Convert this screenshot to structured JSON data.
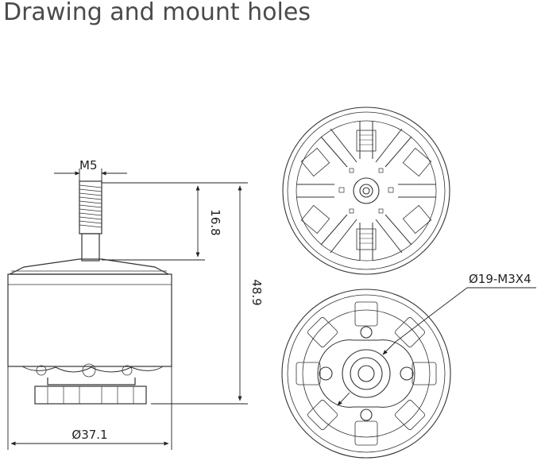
{
  "title": "Drawing and mount holes",
  "dimensions": {
    "shaft_thread": "M5",
    "shaft_length": "16.8",
    "total_height": "48.9",
    "diameter": "Ø37.1",
    "mount_holes": "Ø19-M3X4"
  }
}
